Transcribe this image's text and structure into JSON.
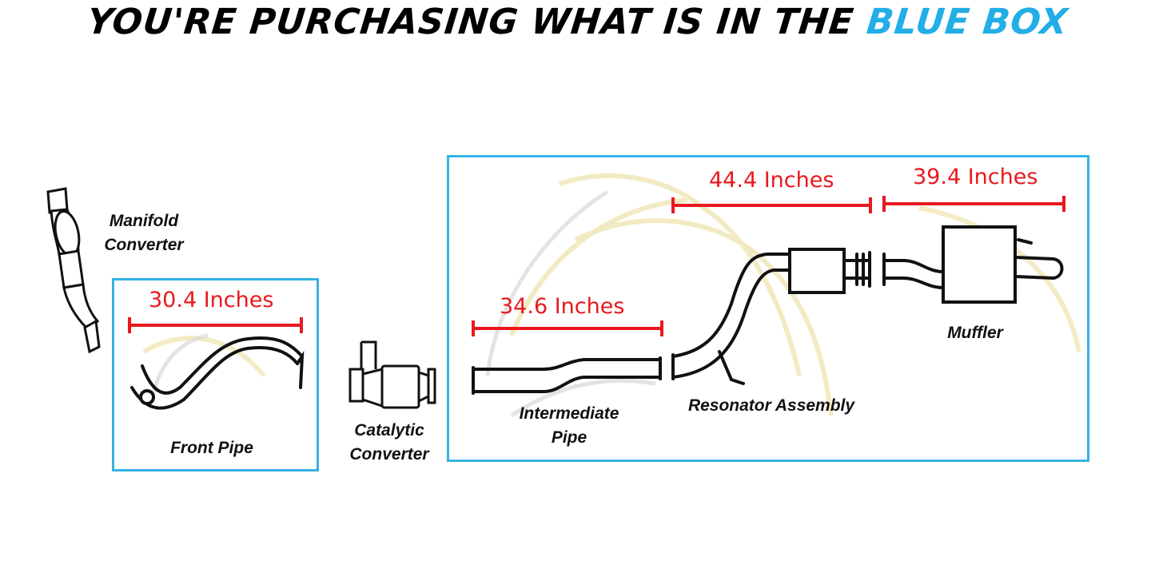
{
  "header": {
    "text_before": "YOU'RE PURCHASING WHAT IS IN THE ",
    "text_highlight": "BLUE BOX"
  },
  "colors": {
    "box_border": "#35b3e4",
    "highlight": "#22aee6",
    "dimension": "#e8191e",
    "line": "#111111",
    "watermark": "#f0e6b4"
  },
  "parts": {
    "manifold_converter": "Manifold\nConverter",
    "front_pipe": "Front Pipe",
    "catalytic_converter": "Catalytic\nConverter",
    "intermediate_pipe": "Intermediate\nPipe",
    "resonator_assembly": "Resonator Assembly",
    "muffler": "Muffler"
  },
  "dimensions": {
    "front_pipe": "30.4 Inches",
    "intermediate_pipe": "34.6 Inches",
    "resonator_assembly": "44.4 Inches",
    "muffler": "39.4 Inches"
  }
}
